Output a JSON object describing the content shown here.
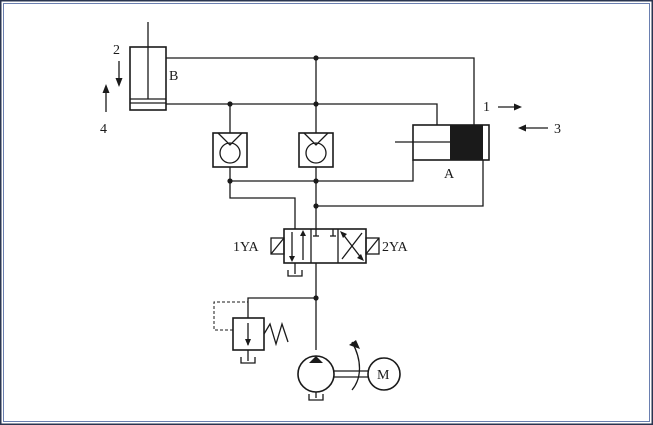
{
  "colors": {
    "frame_outer": "#2a3550",
    "frame_inner": "#6a7fb0",
    "ink": "#1a1a1a",
    "paper": "#ffffff"
  },
  "labels": {
    "cylinder_b": "B",
    "cylinder_a": "A",
    "marker_1": "1",
    "marker_2": "2",
    "marker_3": "3",
    "marker_4": "4",
    "solenoid_1": "1YA",
    "solenoid_2": "2YA",
    "motor": "M"
  }
}
